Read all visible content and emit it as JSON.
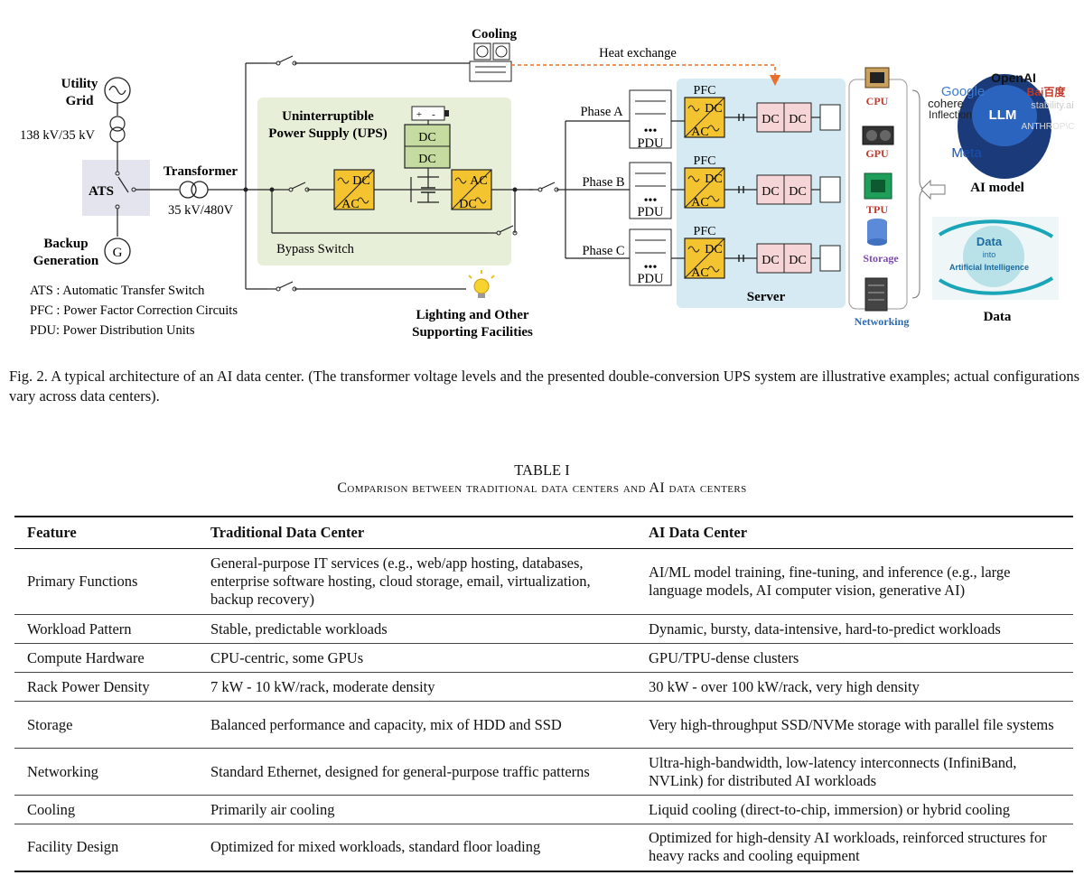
{
  "figure": {
    "labels": {
      "cooling": "Cooling",
      "heat_exchange": "Heat exchange",
      "utility_grid_1": "Utility",
      "utility_grid_2": "Grid",
      "v138": "138 kV/35 kV",
      "ats": "ATS",
      "transformer": "Transformer",
      "transformer_v": "35 kV/480V",
      "backup_1": "Backup",
      "backup_2": "Generation",
      "gen": "G",
      "ups_1": "Uninterruptible",
      "ups_2": "Power Supply (UPS)",
      "dc": "DC",
      "ac": "AC",
      "plus": "+",
      "minus": "-",
      "bypass": "Bypass Switch",
      "phase_a": "Phase A",
      "phase_b": "Phase B",
      "phase_c": "Phase C",
      "pdu": "PDU",
      "pfc": "PFC",
      "server": "Server",
      "lighting_1": "Lighting and Other",
      "lighting_2": "Supporting Facilities",
      "legend_ats": "ATS : Automatic Transfer Switch",
      "legend_pfc": "PFC : Power Factor Correction Circuits",
      "legend_pdu": "PDU: Power Distribution Units",
      "cpu": "CPU",
      "gpu": "GPU",
      "tpu": "TPU",
      "storage": "Storage",
      "networking": "Networking",
      "ai_model": "AI model",
      "llm": "LLM",
      "openai": "OpenAI",
      "google": "Google",
      "baidu": "Bai百度",
      "cohere": "cohere",
      "stability": "stability.ai",
      "inflection": "Inflection",
      "anthropic": "ANTHROP\\C",
      "meta": "Meta",
      "data": "Data",
      "data_img_1": "Data",
      "data_img_2": "into",
      "data_img_3": "Artificial Intelligence"
    },
    "colors": {
      "ups_bg": "#e8efd9",
      "server_bg": "#d6eaf4",
      "converter": "#f4c430",
      "dcdc": "#f5d5d5",
      "battery": "#c5dba0",
      "heat_line": "#e8702a",
      "ats_bg": "#e4e4ee"
    }
  },
  "caption": "Fig. 2.  A typical architecture of an AI data center. (The transformer voltage levels and the presented double-conversion UPS system are illustrative examples; actual configurations vary across data centers).",
  "table": {
    "title": "TABLE I",
    "subtitle": "Comparison between traditional data centers and AI data centers",
    "headers": [
      "Feature",
      "Traditional Data Center",
      "AI Data Center"
    ],
    "rows": [
      [
        "Primary Functions",
        "General-purpose IT services (e.g., web/app hosting, databases, enterprise software hosting, cloud storage, email, virtualization, backup recovery)",
        "AI/ML model training, fine-tuning, and inference (e.g., large language models, AI computer vision, generative AI)"
      ],
      [
        "Workload Pattern",
        "Stable, predictable workloads",
        "Dynamic, bursty, data-intensive, hard-to-predict workloads"
      ],
      [
        "Compute Hardware",
        "CPU-centric, some GPUs",
        "GPU/TPU-dense clusters"
      ],
      [
        "Rack Power Density",
        "7 kW - 10 kW/rack, moderate density",
        "30 kW - over 100 kW/rack, very high density"
      ],
      [
        "Storage",
        "Balanced performance and capacity, mix of HDD and SSD",
        "Very high-throughput SSD/NVMe storage with parallel file systems"
      ],
      [
        "Networking",
        "Standard Ethernet, designed for general-purpose traffic patterns",
        "Ultra-high-bandwidth, low-latency interconnects (InfiniBand, NVLink) for distributed AI workloads"
      ],
      [
        "Cooling",
        "Primarily air cooling",
        "Liquid cooling (direct-to-chip, immersion) or hybrid cooling"
      ],
      [
        "Facility Design",
        "Optimized for mixed workloads, standard floor loading",
        "Optimized for high-density AI workloads, reinforced structures for heavy racks and cooling equipment"
      ]
    ]
  }
}
